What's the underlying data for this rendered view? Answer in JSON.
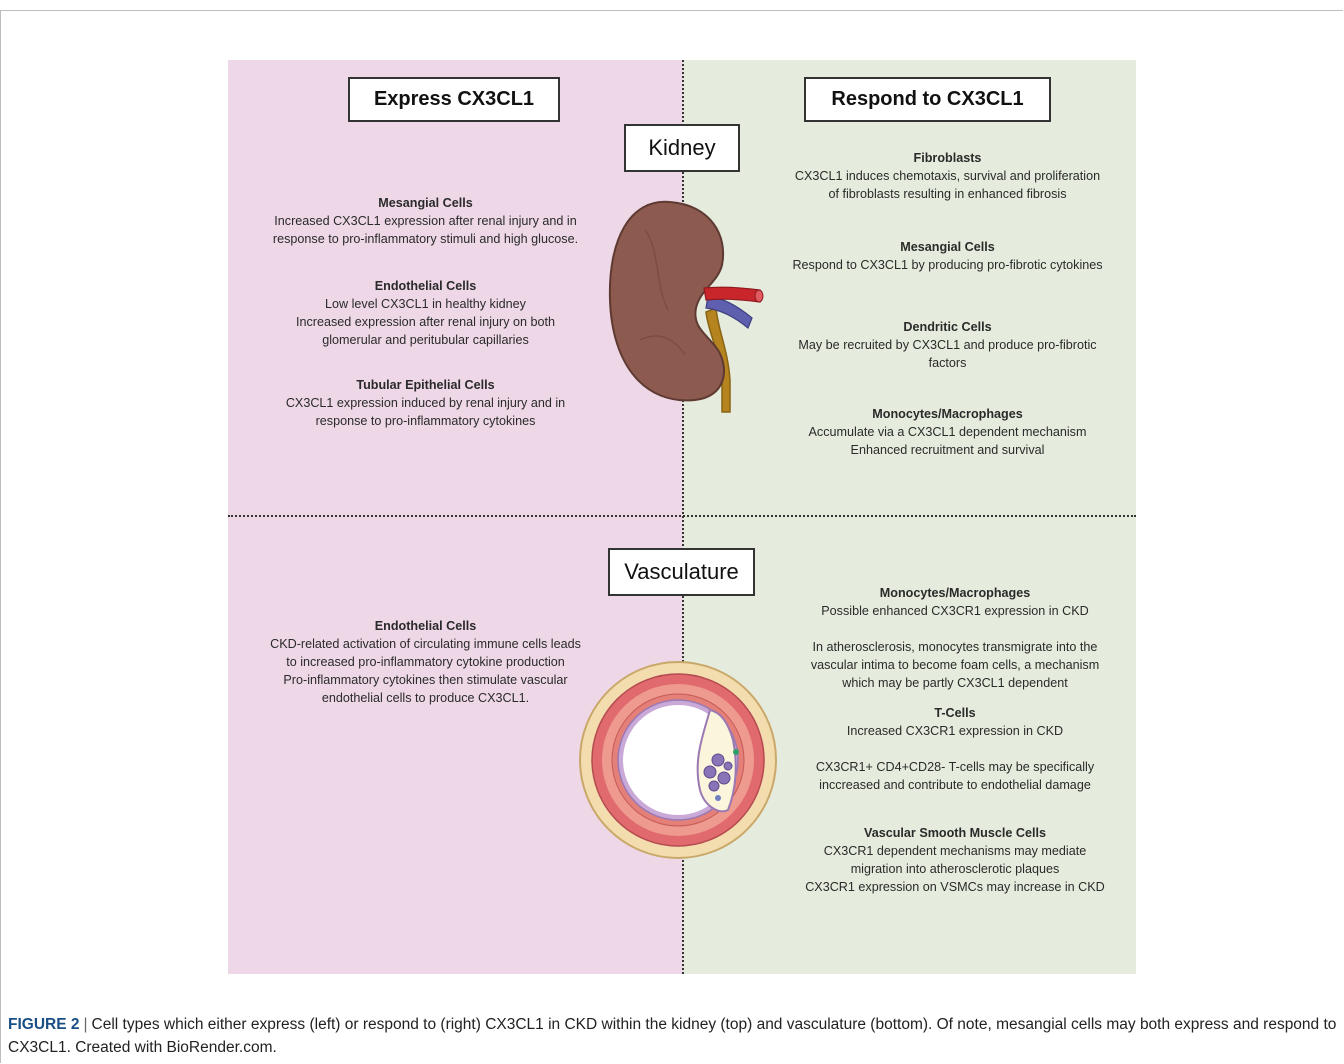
{
  "left_header": "Express CX3CL1",
  "right_header": "Respond to CX3CL1",
  "kidney_label": "Kidney",
  "vasculature_label": "Vasculature",
  "kidney_express": [
    {
      "title": "Mesangial Cells",
      "lines": [
        "Increased CX3CL1 expression after renal injury and  in",
        "response to pro-inflammatory stimuli and high glucose."
      ]
    },
    {
      "title": "Endothelial Cells",
      "lines": [
        "Low level CX3CL1 in healthy kidney",
        "Increased expression after renal injury on both",
        "glomerular and peritubular capillaries"
      ]
    },
    {
      "title": "Tubular Epithelial Cells",
      "lines": [
        "CX3CL1 expression induced by renal injury and in",
        "response to pro-inflammatory cytokines"
      ]
    }
  ],
  "kidney_respond": [
    {
      "title": "Fibroblasts",
      "lines": [
        "CX3CL1 induces chemotaxis, survival and proliferation",
        "of fibroblasts resulting in enhanced fibrosis"
      ]
    },
    {
      "title": "Mesangial Cells",
      "lines": [
        "Respond to CX3CL1 by producing pro-fibrotic cytokines"
      ]
    },
    {
      "title": "Dendritic Cells",
      "lines": [
        "May be recruited by CX3CL1 and produce pro-fibrotic",
        "factors"
      ]
    },
    {
      "title": "Monocytes/Macrophages",
      "lines": [
        "Accumulate via a CX3CL1 dependent mechanism",
        "Enhanced recruitment and survival"
      ]
    }
  ],
  "vasc_express": [
    {
      "title": "Endothelial Cells",
      "lines": [
        "CKD-related activation of circulating immune cells leads",
        "to increased pro-inflammatory cytokine production",
        "Pro-inflammatory cytokines then stimulate vascular",
        "endothelial cells to produce CX3CL1."
      ]
    }
  ],
  "vasc_respond": [
    {
      "title": "Monocytes/Macrophages",
      "lines": [
        "Possible  enhanced CX3CR1 expression in CKD",
        "",
        "In atherosclerosis, monocytes transmigrate into the",
        "vascular intima to become foam cells, a mechanism",
        "which may be partly CX3CL1 dependent"
      ]
    },
    {
      "title": "T-Cells",
      "lines": [
        "Increased CX3CR1 expression in CKD",
        "",
        "CX3CR1+ CD4+CD28- T-cells may be specifically",
        "inccreased and contribute to endothelial damage"
      ]
    },
    {
      "title": "Vascular Smooth Muscle Cells",
      "lines": [
        "CX3CR1 dependent mechanisms may mediate",
        "migration into atherosclerotic plaques",
        "CX3CR1 expression on VSMCs may increase in CKD"
      ]
    }
  ],
  "caption": {
    "label": "FIGURE 2",
    "separator": "|",
    "text": "Cell types which either express (left) or respond to (right) CX3CL1 in CKD within the kidney (top) and vasculature (bottom). Of note, mesangial cells may both express and respond to CX3CL1. Created with BioRender.com."
  },
  "colors": {
    "express_bg": "#eed8e7",
    "respond_bg": "#e5ecdd",
    "kidney": "#8d5a4f",
    "artery_red": "#c9262c",
    "vein_blue": "#5f5fb0",
    "ureter": "#b5841e",
    "caption_label": "#1a4f86"
  }
}
